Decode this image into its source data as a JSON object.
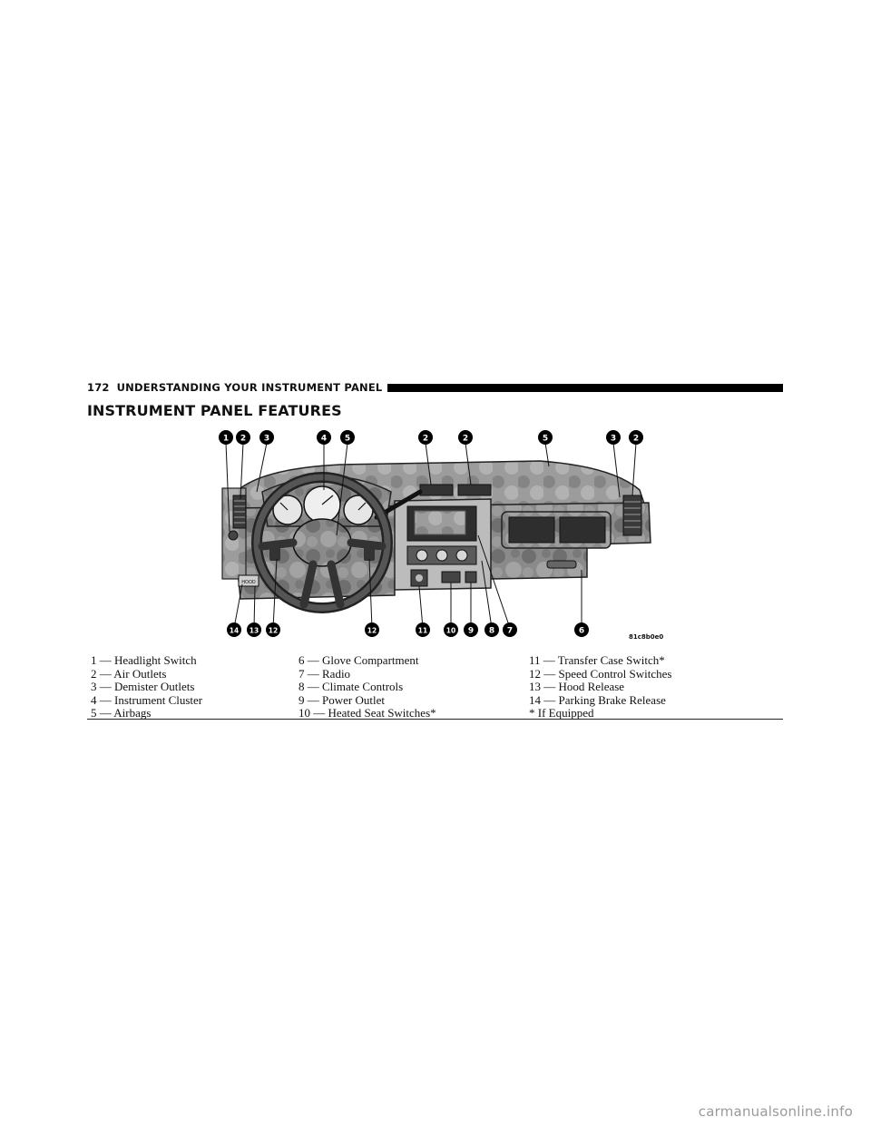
{
  "header": {
    "page_number": "172",
    "section_title": "UNDERSTANDING YOUR INSTRUMENT PANEL"
  },
  "heading": "INSTRUMENT PANEL FEATURES",
  "figure": {
    "image_code": "81c8b0e0",
    "callouts_top": [
      "1",
      "2",
      "3",
      "4",
      "5",
      "2",
      "2",
      "5",
      "3",
      "2"
    ],
    "callouts_bottom": [
      "14",
      "13",
      "12",
      "12",
      "11",
      "10",
      "9",
      "8",
      "7",
      "6"
    ],
    "stamp_text": "HOOD"
  },
  "legend": {
    "col1": [
      "1 — Headlight Switch",
      "2 — Air Outlets",
      "3 — Demister Outlets",
      "4 — Instrument Cluster",
      "5 — Airbags"
    ],
    "col2": [
      "6 — Glove Compartment",
      "7 — Radio",
      "8 — Climate Controls",
      "9 — Power Outlet",
      "10 — Heated Seat Switches*"
    ],
    "col3": [
      "11 — Transfer Case Switch*",
      "12 — Speed Control Switches",
      "13 — Hood Release",
      "14 — Parking Brake Release",
      "* If Equipped"
    ]
  },
  "watermark": "carmanualsonline.info"
}
